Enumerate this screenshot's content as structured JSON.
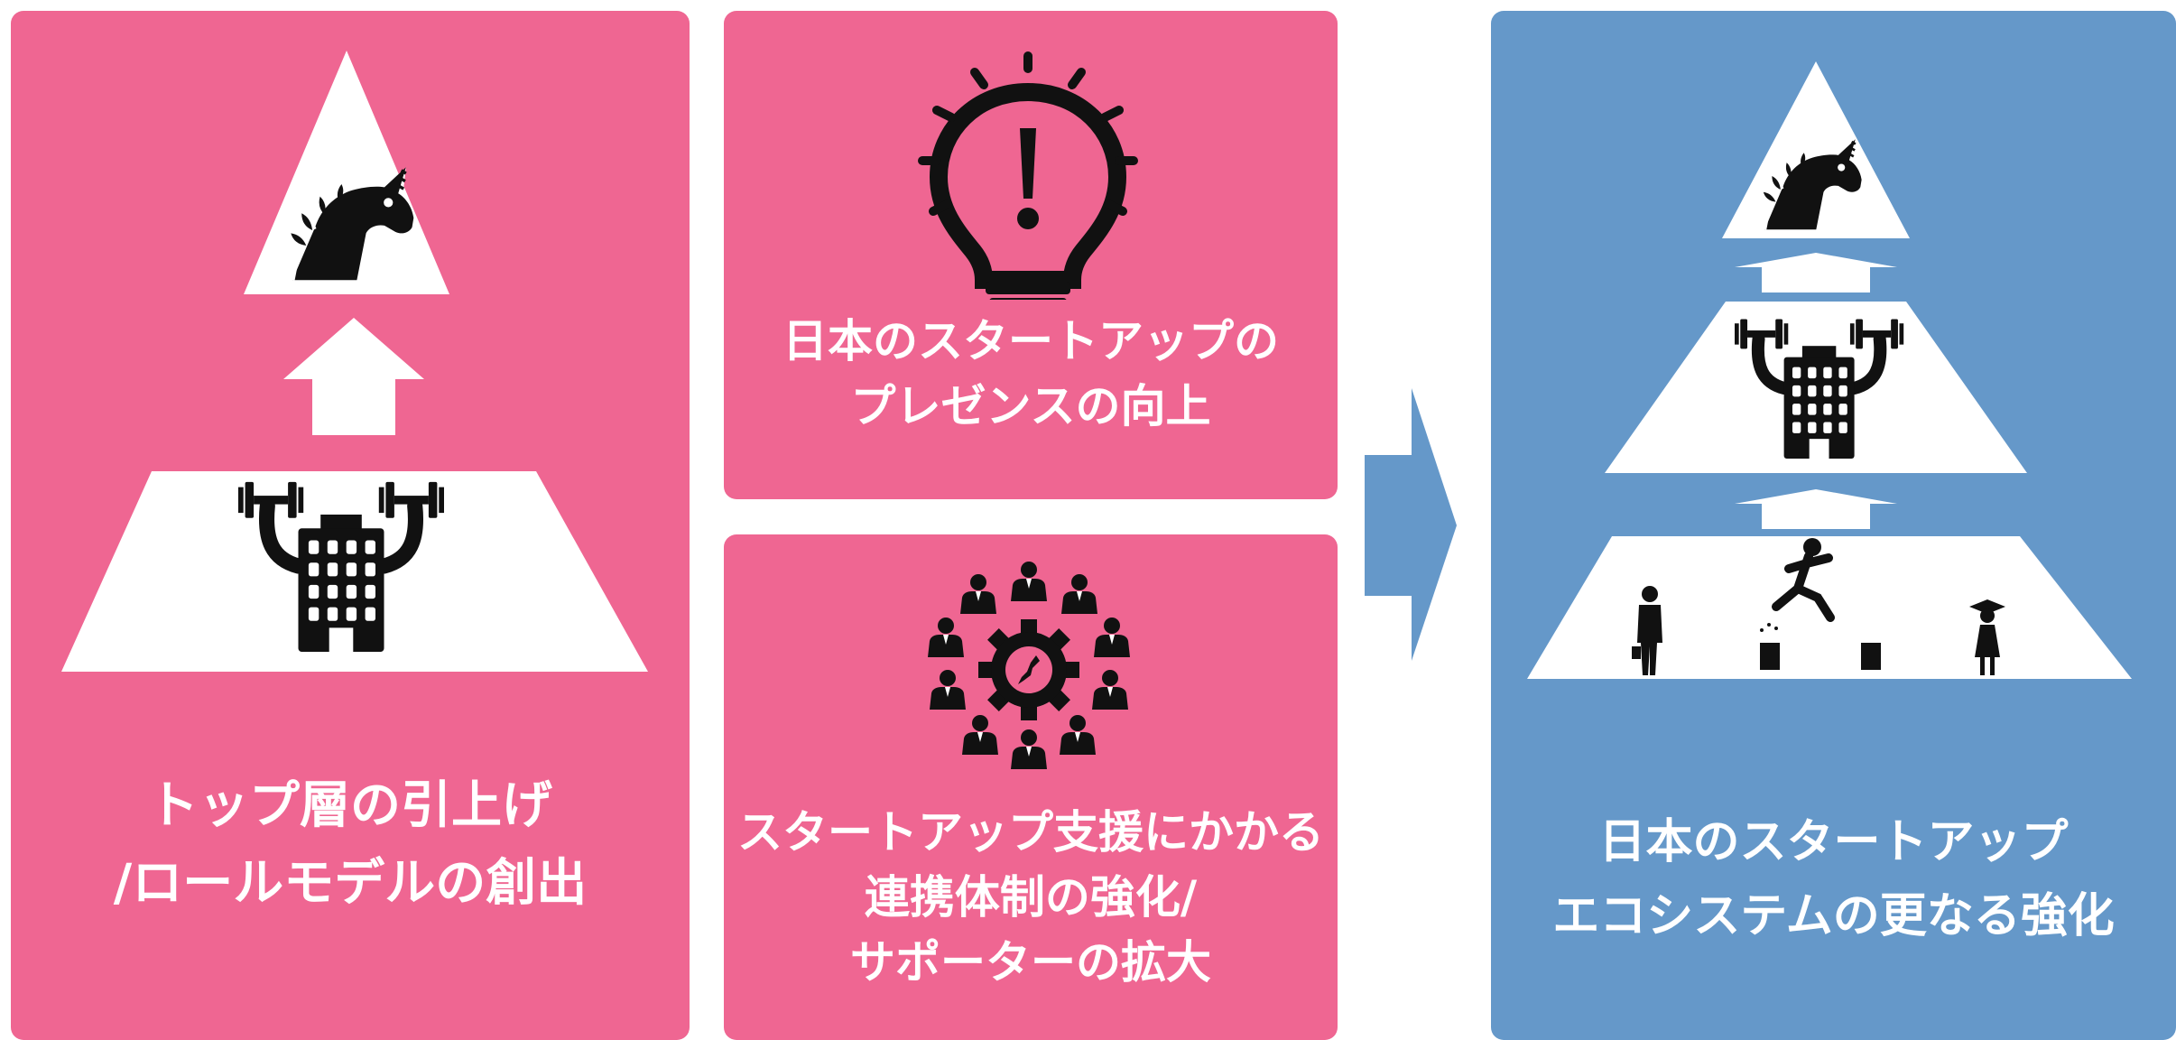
{
  "left_panel": {
    "caption_line1": "トップ層の引上げ",
    "caption_line2": "/ロールモデルの創出"
  },
  "center_top_panel": {
    "caption_line1": "日本のスタートアップの",
    "caption_line2": "プレゼンスの向上"
  },
  "center_bottom_panel": {
    "caption_line1": "スタートアップ支援にかかる",
    "caption_line2": "連携体制の強化/",
    "caption_line3": "サポーターの拡大"
  },
  "right_panel": {
    "caption_line1": "日本のスタートアップ",
    "caption_line2": "エコシステムの更なる強化"
  },
  "colors": {
    "pink": "#ef6692",
    "blue": "#6598c9",
    "white": "#ffffff",
    "icon": "#111111"
  }
}
